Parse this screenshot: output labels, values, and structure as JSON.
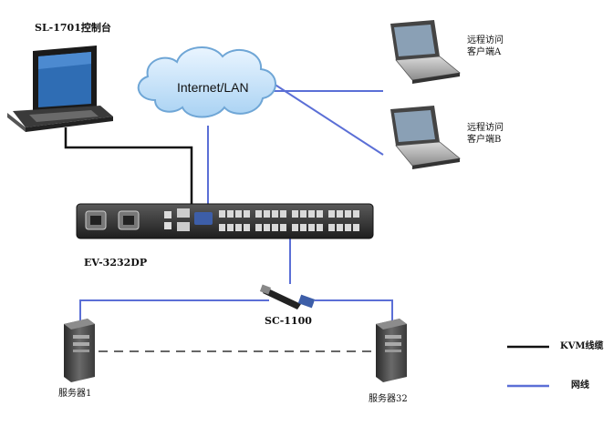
{
  "console": {
    "label": "SL-1701控制台"
  },
  "network": {
    "label": "Internet/LAN"
  },
  "clients": [
    {
      "line1": "远程访问",
      "line2": "客户端A"
    },
    {
      "line1": "远程访问",
      "line2": "客户端B"
    }
  ],
  "switch": {
    "label": "EV-3232DP"
  },
  "adapter": {
    "label": "SC-1100"
  },
  "servers": [
    {
      "label": "服务器1"
    },
    {
      "label": "服务器32"
    }
  ],
  "legend": [
    {
      "label": "KVM线缆",
      "color": "#111111",
      "style": "solid"
    },
    {
      "label": "网线",
      "color": "#5b6fd6",
      "style": "solid"
    }
  ],
  "colors": {
    "network_line": "#5b6fd6",
    "kvm_line": "#111111",
    "dashed_line": "#666666"
  }
}
